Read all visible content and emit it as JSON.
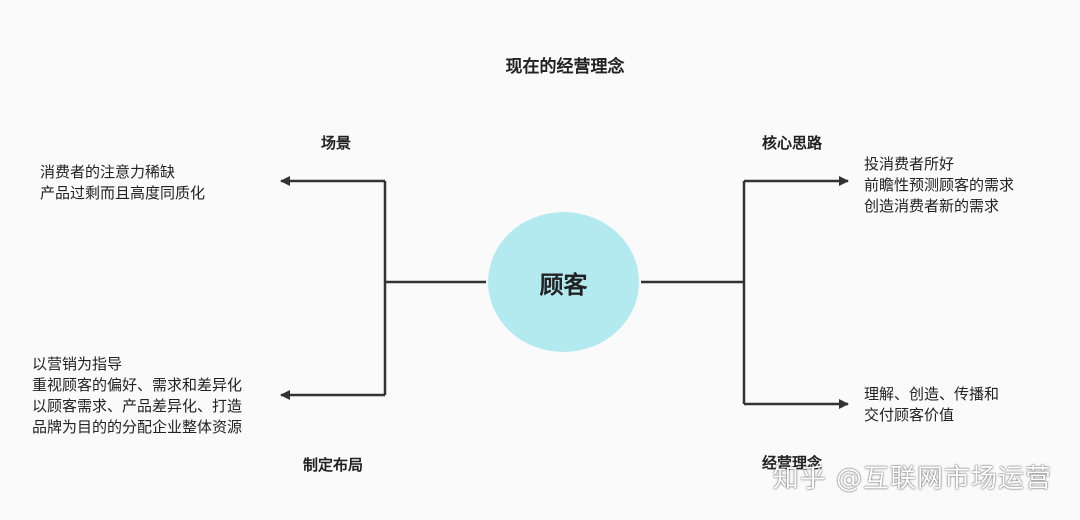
{
  "title": "现在的经营理念",
  "center": "顾客",
  "left_top": {
    "label": "场景",
    "lines": [
      "消费者的注意力稀缺",
      "产品过剩而且高度同质化"
    ]
  },
  "left_bottom": {
    "label": "制定布局",
    "lines": [
      "以营销为指导",
      "重视顾客的偏好、需求和差异化",
      "以顾客需求、产品差异化、打造",
      "品牌为目的的分配企业整体资源"
    ]
  },
  "right_top": {
    "label": "核心思路",
    "lines": [
      "投消费者所好",
      "前瞻性预测顾客的需求",
      "创造消费者新的需求"
    ]
  },
  "right_bottom": {
    "label": "经营理念",
    "lines": [
      "理解、创造、传播和",
      "交付顾客价值"
    ]
  },
  "watermark": "知乎 @互联网市场运营",
  "colors": {
    "center_fill": "#b3eaf0",
    "line": "#333333"
  }
}
